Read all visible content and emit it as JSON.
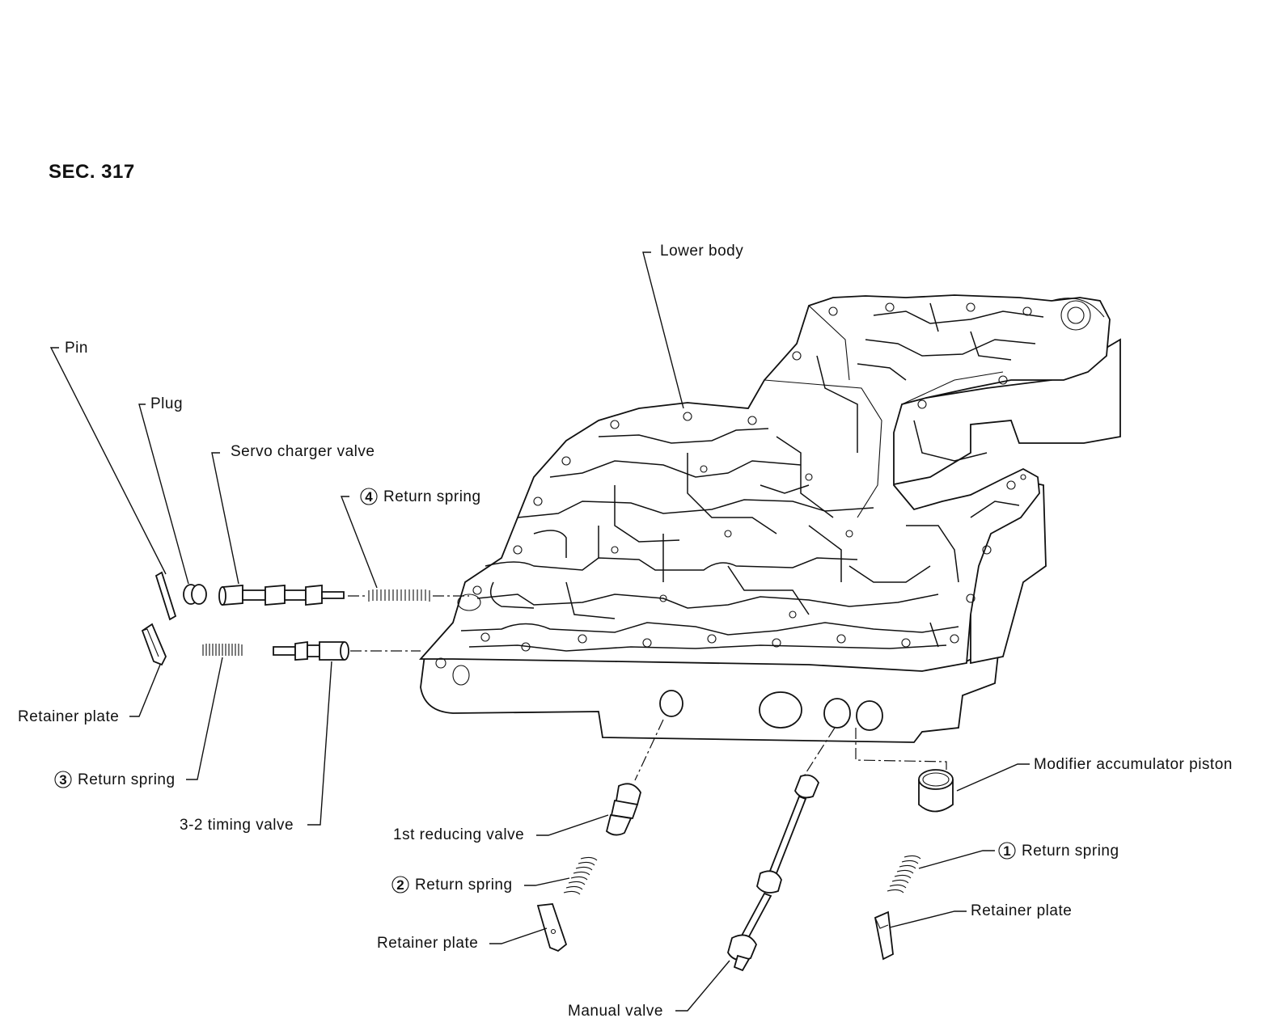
{
  "section_label": "SEC. 317",
  "labels": {
    "lower_body": "Lower body",
    "pin": "Pin",
    "plug": "Plug",
    "servo_charger_valve": "Servo charger valve",
    "return_spring_4": "Return spring",
    "retainer_plate_left": "Retainer plate",
    "return_spring_3": "Return spring",
    "timing_valve_3_2": "3-2 timing valve",
    "first_reducing_valve": "1st reducing valve",
    "return_spring_2": "Return spring",
    "retainer_plate_bottom": "Retainer plate",
    "manual_valve": "Manual valve",
    "modifier_accumulator_piston": "Modifier accumulator piston",
    "return_spring_1": "Return spring",
    "retainer_plate_right": "Retainer plate"
  },
  "callout_numbers": {
    "n1": "1",
    "n2": "2",
    "n3": "3",
    "n4": "4"
  }
}
